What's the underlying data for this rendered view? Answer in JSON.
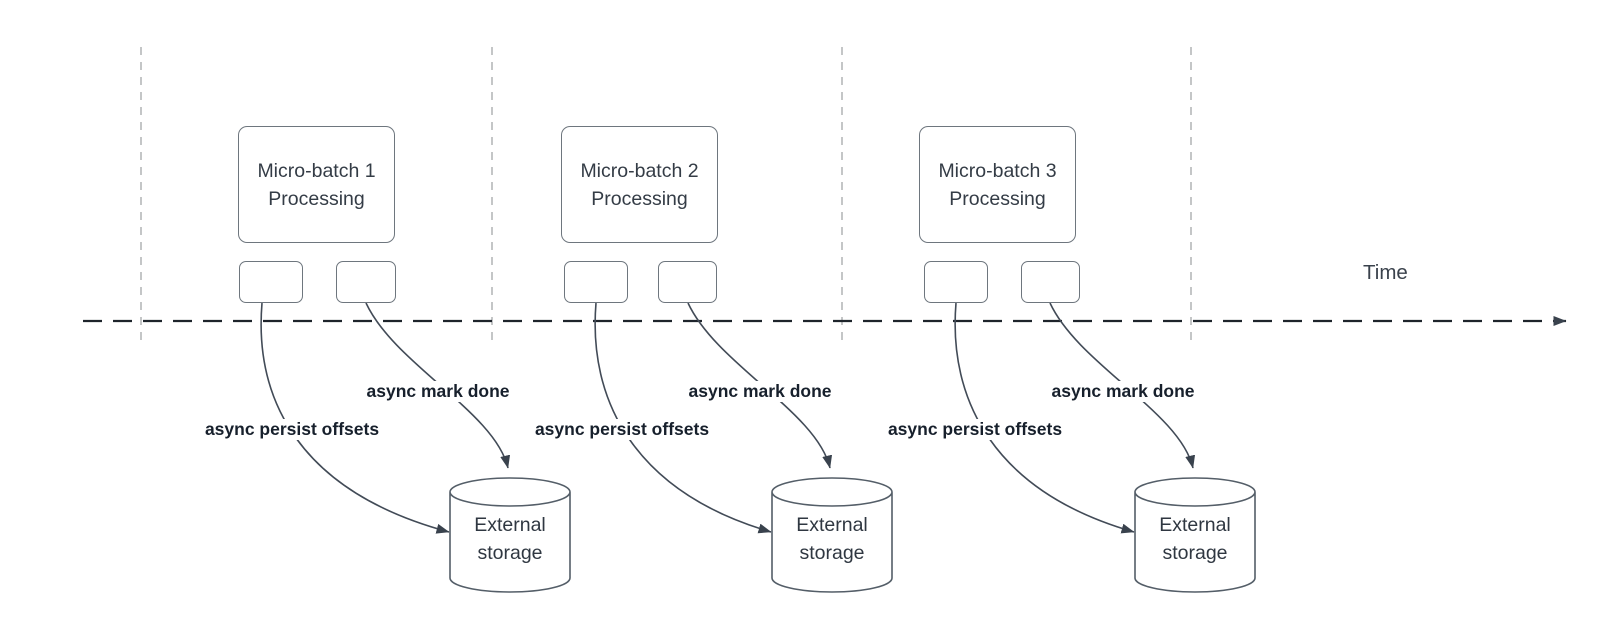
{
  "diagram": {
    "time_label": "Time",
    "colors": {
      "background": "#ffffff",
      "box_stroke": "#6e767e",
      "cylinder_stroke": "#545e68",
      "curve_stroke": "#424b57",
      "arrowhead": "#39424d",
      "gridline": "#abadaf",
      "axis": "#1e242b",
      "box_text": "#343c46",
      "bold_label_text": "#17202c"
    },
    "groups": [
      {
        "title_line1": "Micro-batch 1",
        "title_line2": "Processing",
        "persist_label": "async persist offsets",
        "done_label": "async mark done",
        "storage_line1": "External",
        "storage_line2": "storage"
      },
      {
        "title_line1": "Micro-batch 2",
        "title_line2": "Processing",
        "persist_label": "async persist offsets",
        "done_label": "async mark done",
        "storage_line1": "External",
        "storage_line2": "storage"
      },
      {
        "title_line1": "Micro-batch 3",
        "title_line2": "Processing",
        "persist_label": "async persist offsets",
        "done_label": "async mark done",
        "storage_line1": "External",
        "storage_line2": "storage"
      }
    ]
  }
}
